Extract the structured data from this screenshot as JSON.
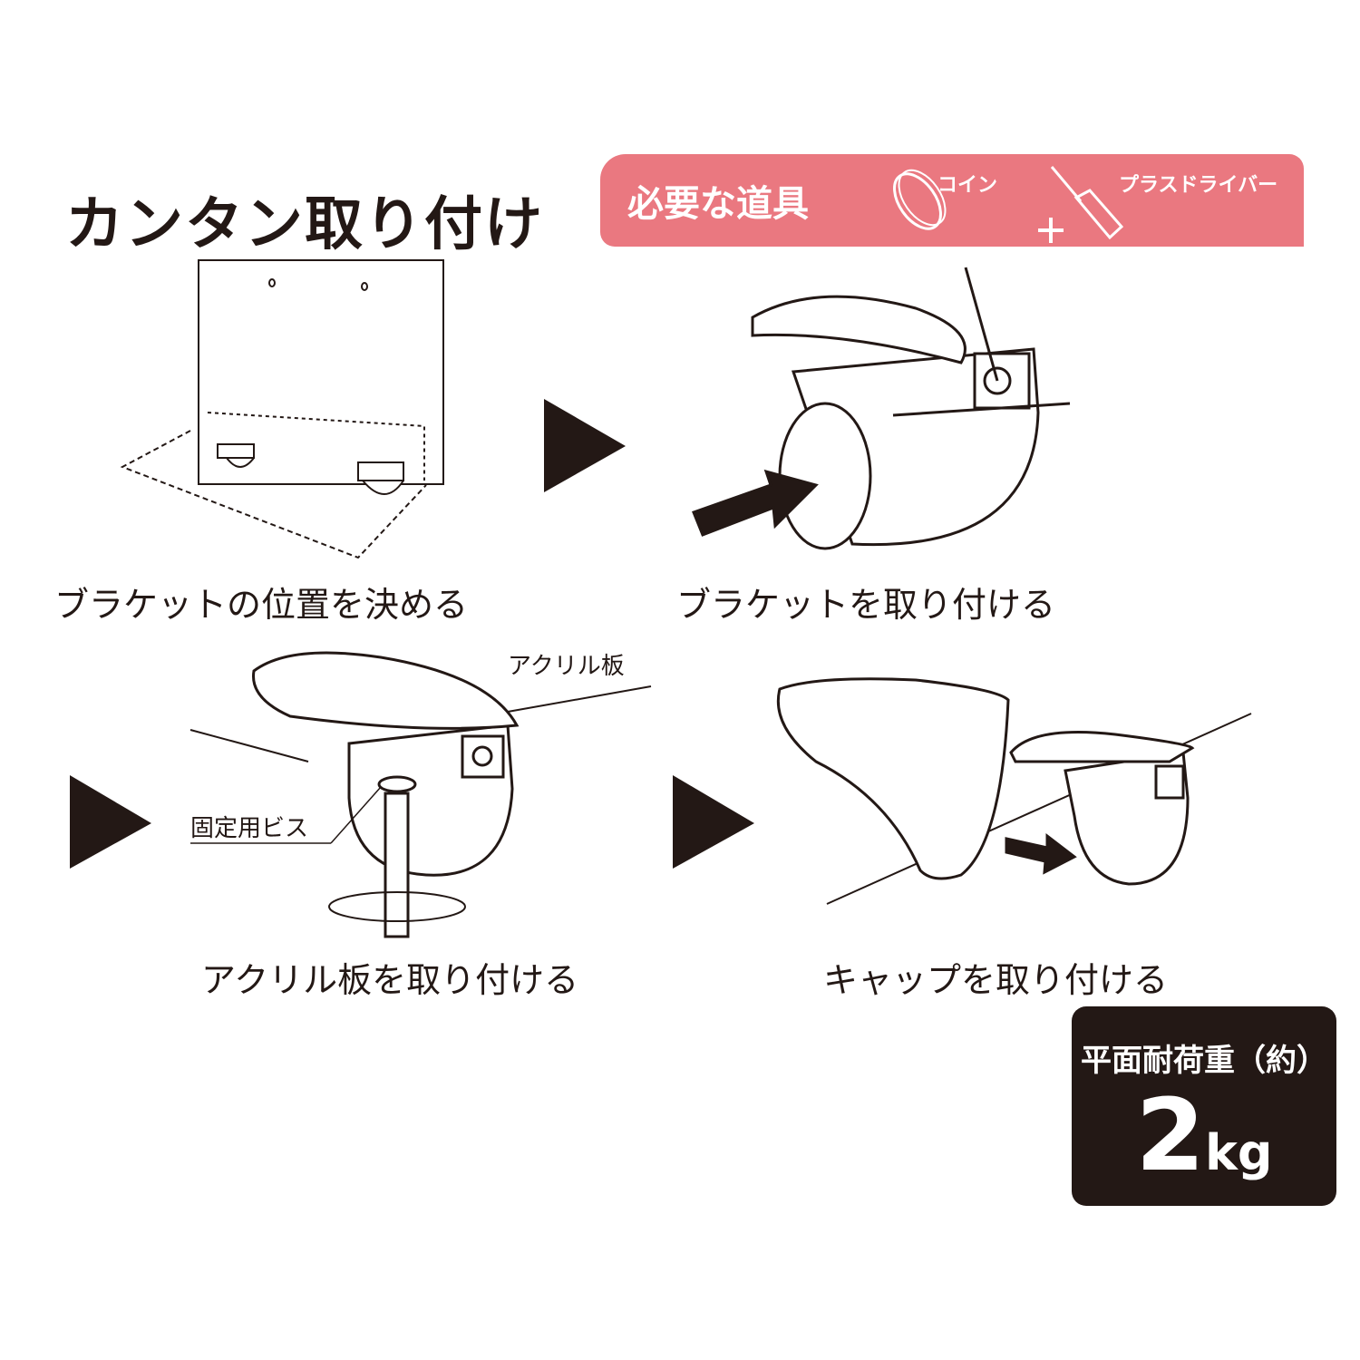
{
  "title": "カンタン取り付け",
  "tools": {
    "label": "必要な道具",
    "items": [
      {
        "label": "コイン",
        "icon": "coin-icon"
      },
      {
        "label": "プラスドライバー",
        "icon": "screwdriver-icon"
      }
    ]
  },
  "steps": [
    {
      "label": "ブラケットの位置を決める"
    },
    {
      "label": "ブラケットを取り付ける"
    },
    {
      "label": "アクリル板を取り付ける"
    },
    {
      "label": "キャップを取り付ける"
    }
  ],
  "callouts": {
    "acrylic": "アクリル板",
    "screw": "固定用ビス"
  },
  "load": {
    "label": "平面耐荷重（約）",
    "value": "2",
    "unit": "kg"
  },
  "colors": {
    "accent": "#ea7880",
    "dark": "#231815"
  }
}
